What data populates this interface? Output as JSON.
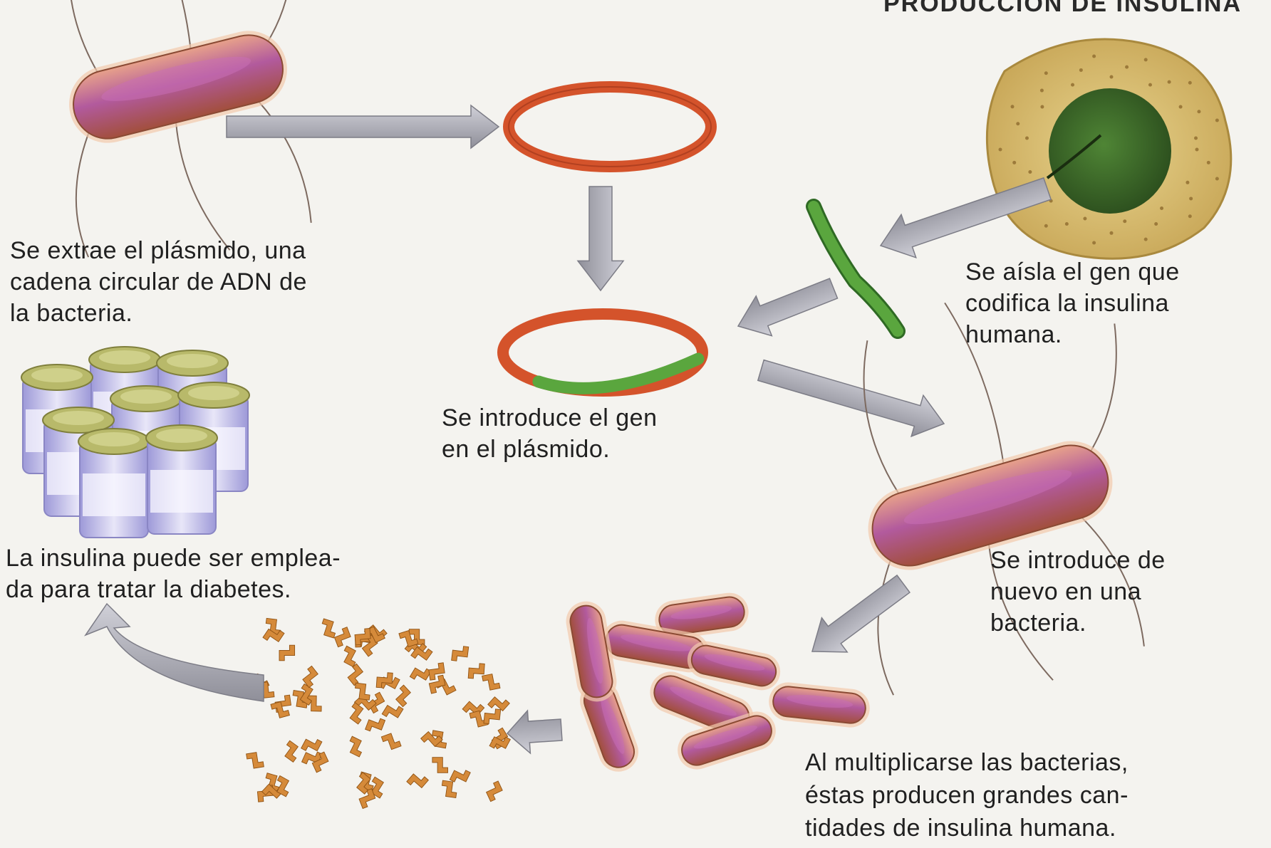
{
  "colors": {
    "background": "#f4f3ef",
    "bacterium_body": "#c47a5e",
    "bacterium_highlight": "#b15a9e",
    "plasmid": "#d4532b",
    "gene": "#5aa63e",
    "arrow": "#a9a9b3",
    "nucleus": "#3f6b2a",
    "cell": "#d8c27a",
    "vial_cap": "#b8b96a",
    "vial_body": "#b6b2e6",
    "insulin": "#d58a3a"
  },
  "captions": {
    "extract_plasmid": "Se extrae el plásmido, una\ncadena circular de ADN de\nla bacteria.",
    "isolate_gene": "Se aísla el gen que\ncodifica la insulina\nhumana.",
    "insert_gene": "Se introduce el gen\nen el plásmido.",
    "reinsert": "Se introduce de\nnuevo en una\nbacteria.",
    "use_insulin": "La insulina puede ser emplea-\nda para tratar la diabetes.",
    "multiply": "Al multiplicarse las bacterias,\néstas producen grandes can-\ntidades de insulina humana."
  }
}
